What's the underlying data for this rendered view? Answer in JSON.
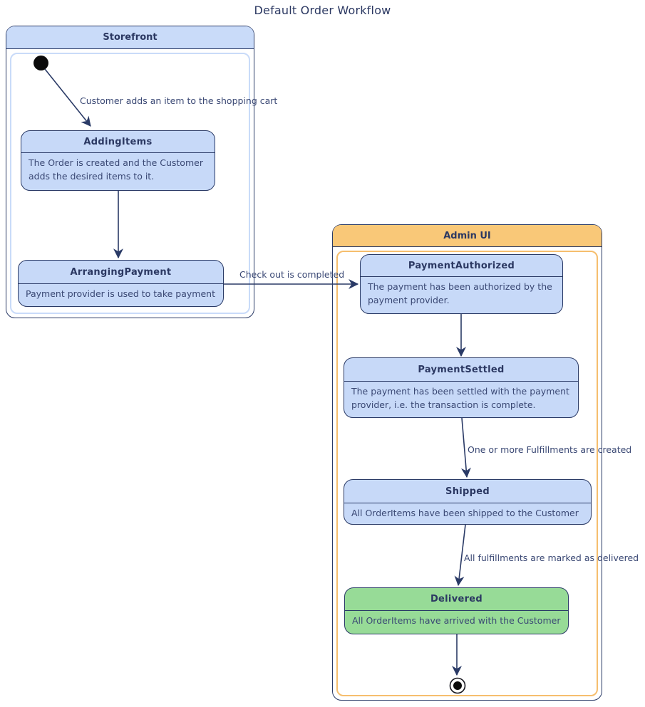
{
  "title": "Default Order Workflow",
  "colors": {
    "navy_border": "#2A3A66",
    "state_blue": "#C7D9F8",
    "header_blue": "#C9DBF9",
    "header_orange": "#F9C878",
    "inset_orange": "#F6BE6E",
    "state_green": "#97DB97",
    "text_dark": "#2B3862",
    "text_body": "#3A4874",
    "background": "#FFFFFF"
  },
  "containers": {
    "storefront": {
      "title": "Storefront",
      "states": {
        "adding_items": {
          "title": "AddingItems",
          "description": "The Order is created and the Customer adds the desired items to it."
        },
        "arranging_payment": {
          "title": "ArrangingPayment",
          "description": "Payment provider is used to take payment"
        }
      }
    },
    "admin_ui": {
      "title": "Admin UI",
      "states": {
        "payment_authorized": {
          "title": "PaymentAuthorized",
          "description": "The payment has been authorized by the payment provider."
        },
        "payment_settled": {
          "title": "PaymentSettled",
          "description": "The payment has been settled with the payment provider, i.e. the transaction is complete."
        },
        "shipped": {
          "title": "Shipped",
          "description": "All OrderItems have been shipped to the Customer"
        },
        "delivered": {
          "title": "Delivered",
          "description": "All OrderItems have arrived with the Customer"
        }
      }
    }
  },
  "transitions": {
    "start_to_adding_items": "Customer adds an item to the shopping cart",
    "checkout_completed": "Check out is completed",
    "fulfillments_created": "One or more Fulfillments are created",
    "marked_delivered": "All fulfillments are marked as delivered"
  },
  "icons": {
    "initial_state": "filled-circle",
    "final_state": "bullseye-circle"
  }
}
